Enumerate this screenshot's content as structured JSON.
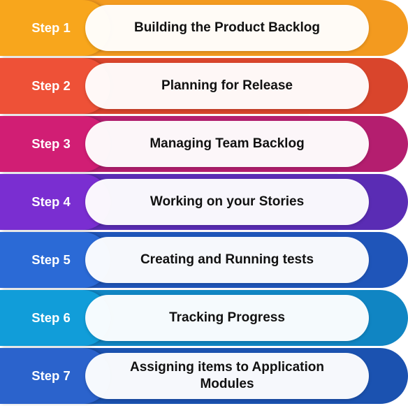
{
  "steps": [
    {
      "label": "Step 1",
      "title": "Building the Product Backlog",
      "color": "#f39a1f",
      "badge_color": "#f8a61c"
    },
    {
      "label": "Step 2",
      "title": "Planning for Release",
      "color": "#d9452c",
      "badge_color": "#ee5137"
    },
    {
      "label": "Step 3",
      "title": "Managing Team Backlog",
      "color": "#b41e6f",
      "badge_color": "#d11e74"
    },
    {
      "label": "Step 4",
      "title": "Working on your Stories",
      "color": "#5a2cb4",
      "badge_color": "#7a2ed1"
    },
    {
      "label": "Step 5",
      "title": "Creating and Running tests",
      "color": "#1f55b9",
      "badge_color": "#2b6ad6"
    },
    {
      "label": "Step 6",
      "title": "Tracking Progress",
      "color": "#1085c3",
      "badge_color": "#119dd9"
    },
    {
      "label": "Step 7",
      "title": "Assigning items to Application Modules",
      "color": "#1b52b0",
      "badge_color": "#2b63cc"
    }
  ]
}
